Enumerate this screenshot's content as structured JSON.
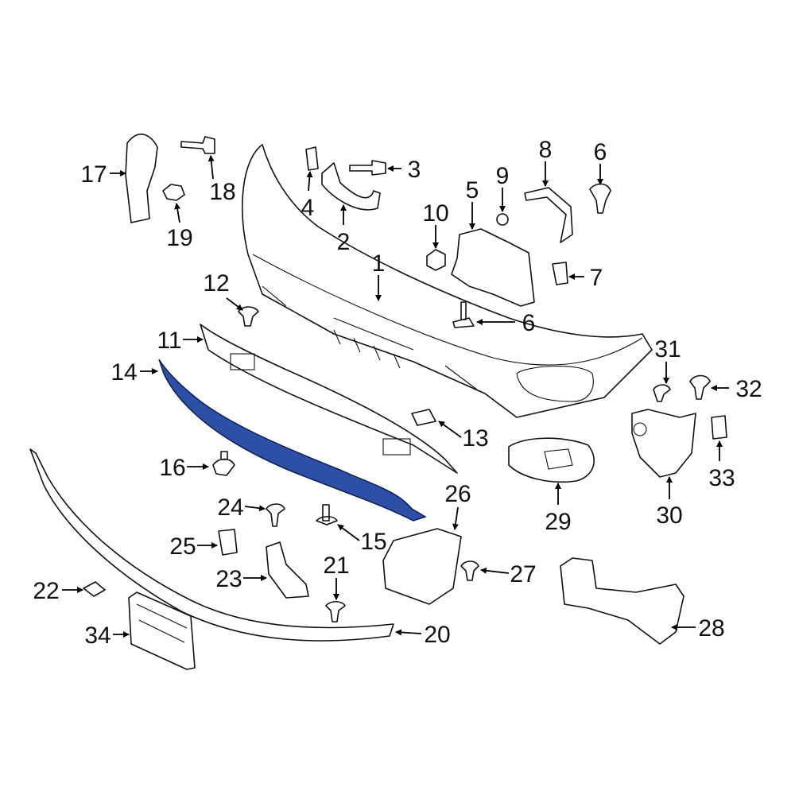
{
  "diagram": {
    "highlight_color": "#2d4fa6",
    "highlighted_part": "14",
    "callouts": {
      "c1": "1",
      "c2": "2",
      "c3": "3",
      "c4": "4",
      "c5": "5",
      "c6a": "6",
      "c6b": "6",
      "c7": "7",
      "c8": "8",
      "c9": "9",
      "c10": "10",
      "c11": "11",
      "c12": "12",
      "c13": "13",
      "c14": "14",
      "c15": "15",
      "c16": "16",
      "c17": "17",
      "c18": "18",
      "c19": "19",
      "c20": "20",
      "c21": "21",
      "c22": "22",
      "c23": "23",
      "c24": "24",
      "c25": "25",
      "c26": "26",
      "c27": "27",
      "c28": "28",
      "c29": "29",
      "c30": "30",
      "c31": "31",
      "c32": "32",
      "c33": "33",
      "c34": "34"
    }
  }
}
